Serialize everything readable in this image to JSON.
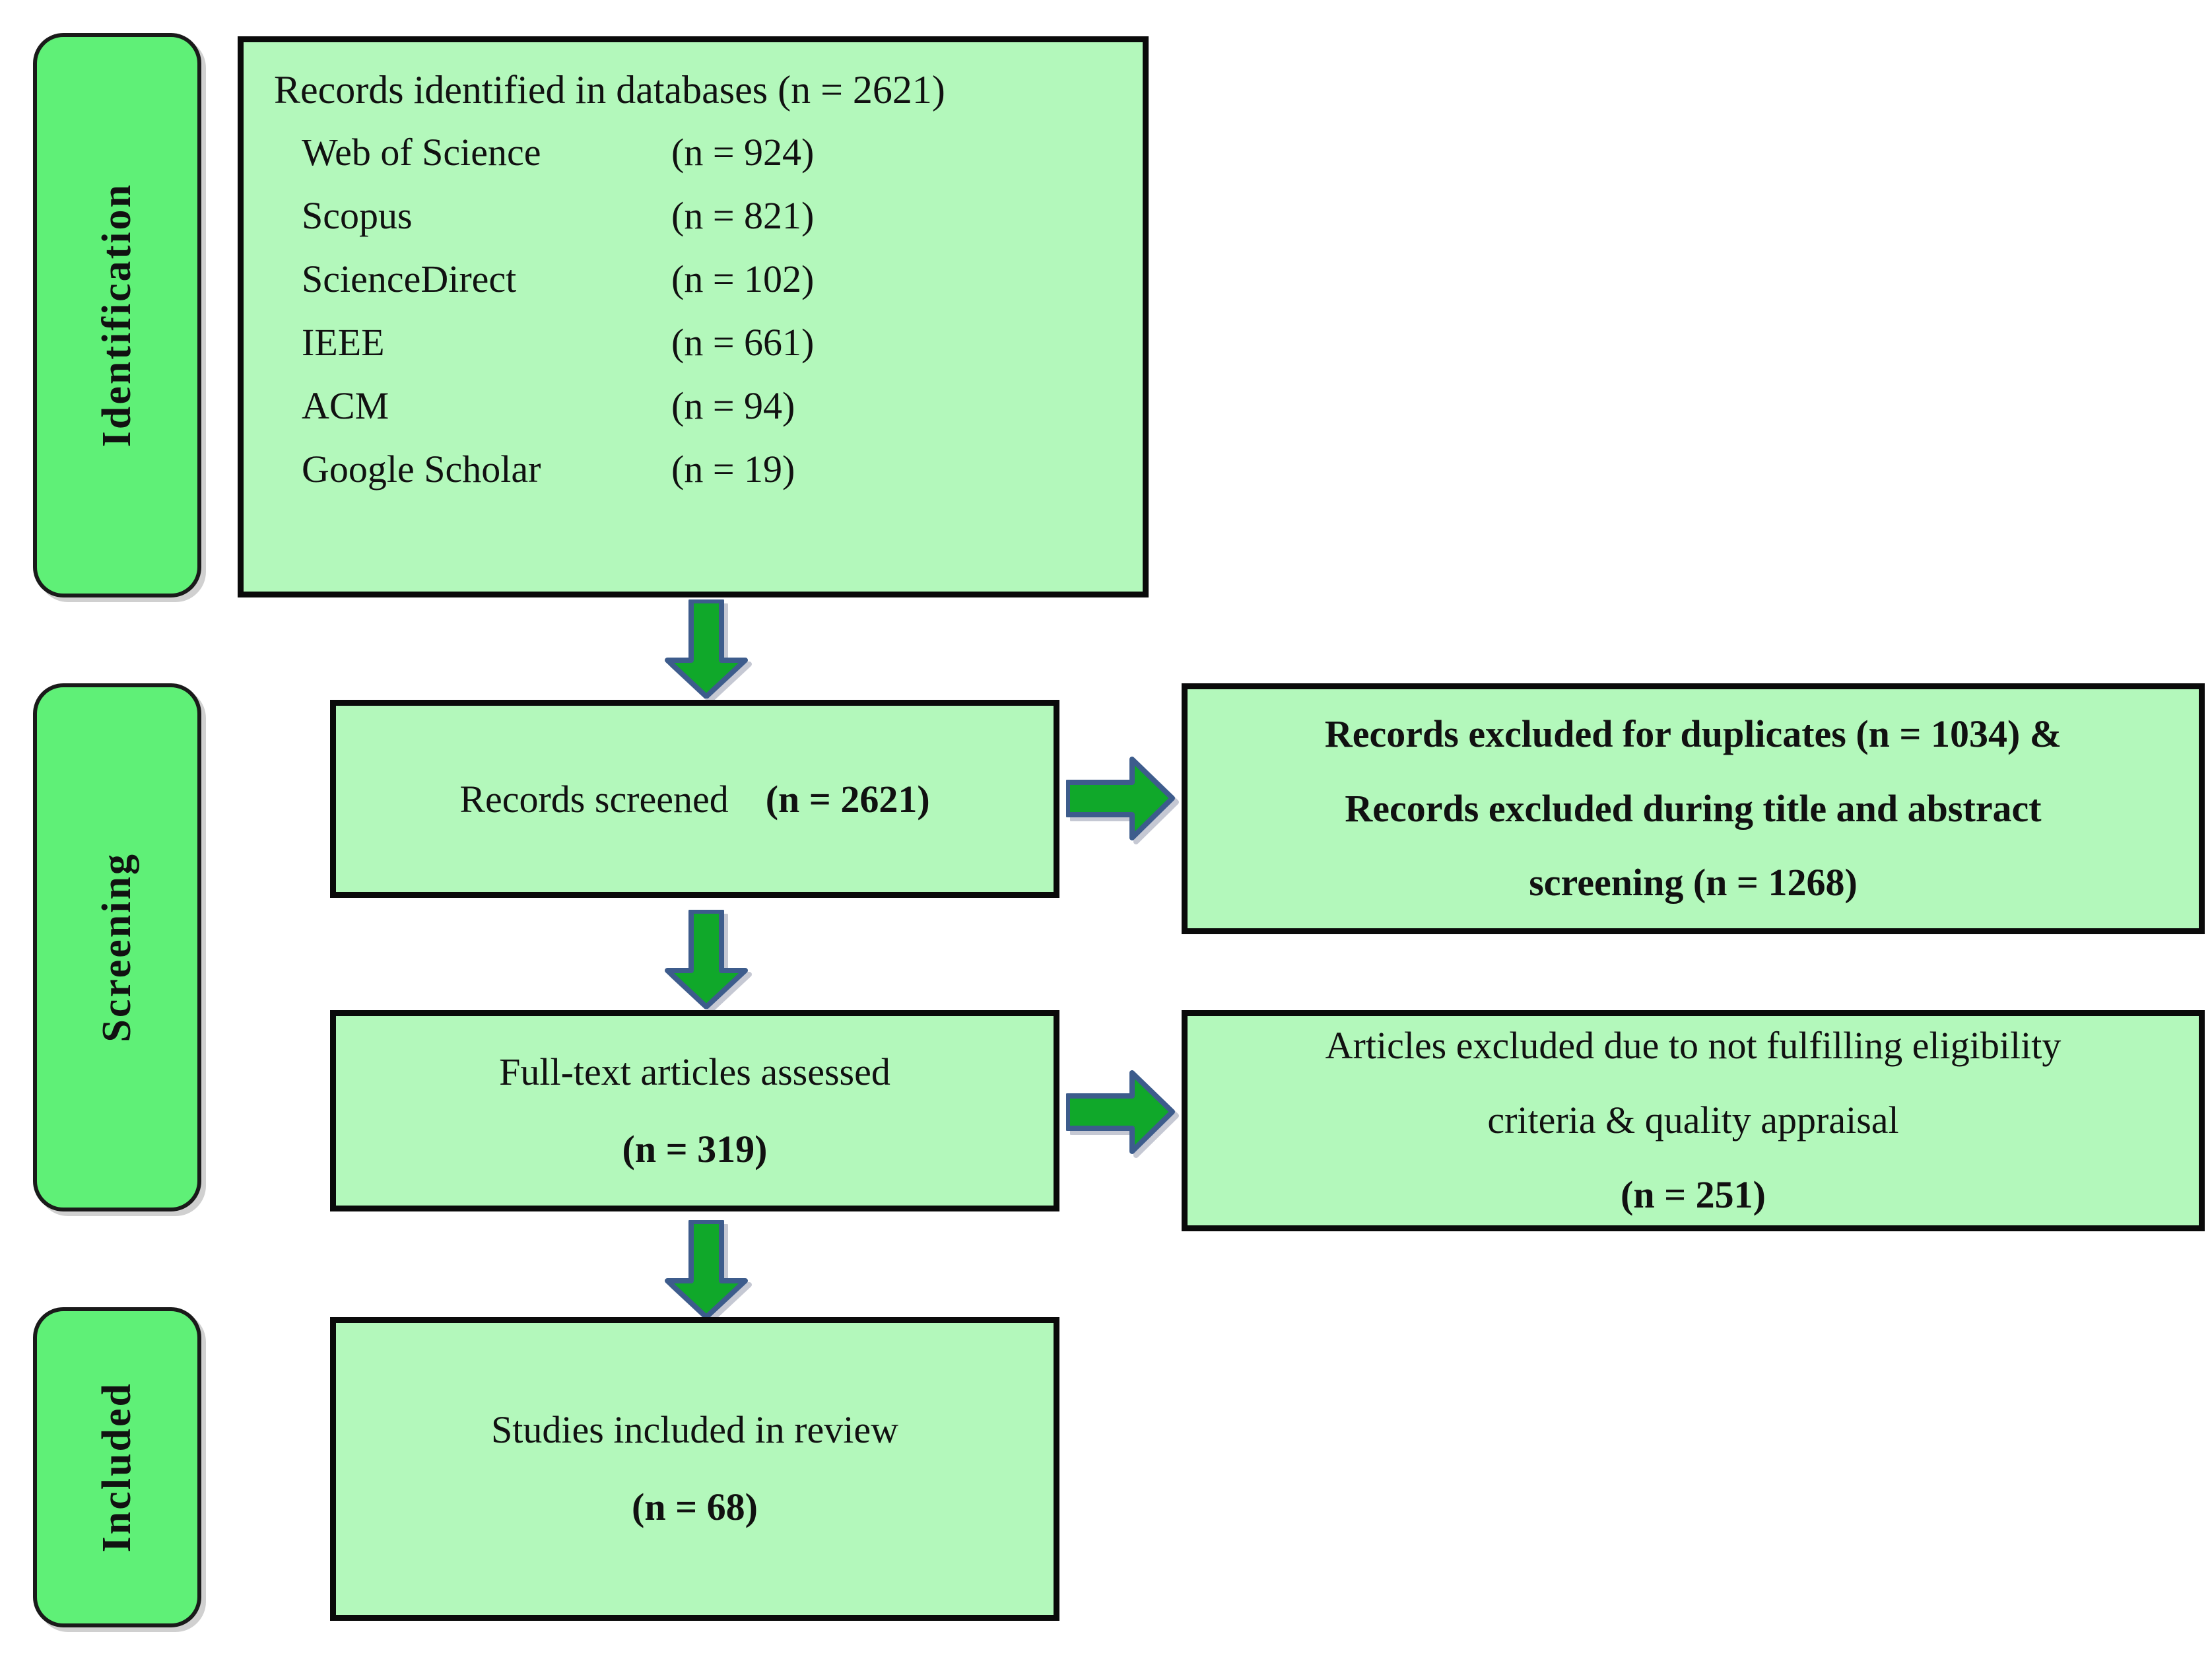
{
  "diagram": {
    "type": "prisma-flow-diagram",
    "colors": {
      "stage_bar_fill": "#5FF077",
      "box_fill": "#B3F8BB",
      "box_border": "#0A0A0A",
      "arrow_fill": "#10A82A",
      "arrow_outline": "#3D5C8C",
      "text": "#111111"
    }
  },
  "stages": {
    "identification": {
      "label": "Identification"
    },
    "screening": {
      "label": "Screening"
    },
    "included": {
      "label": "Included"
    }
  },
  "identification_box": {
    "headline": "Records identified in databases (n = 2621)",
    "databases": [
      {
        "name": "Web of Science",
        "count": "(n = 924)"
      },
      {
        "name": "Scopus",
        "count": "(n = 821)"
      },
      {
        "name": "ScienceDirect",
        "count": "(n = 102)"
      },
      {
        "name": "IEEE",
        "count": "(n = 661)"
      },
      {
        "name": "ACM",
        "count": "(n = 94)"
      },
      {
        "name": "Google Scholar",
        "count": "(n = 19)"
      }
    ]
  },
  "screened_box": {
    "label": "Records screened",
    "count": "(n = 2621)"
  },
  "excluded_box_1": {
    "line1": "Records excluded for duplicates (n = 1034)   &",
    "line2": "Records excluded during title and abstract",
    "line3": "screening (n = 1268)"
  },
  "fulltext_box": {
    "line1": "Full-text articles assessed",
    "line2": "(n = 319)"
  },
  "excluded_box_2": {
    "line1": "Articles excluded due to not fulfilling eligibility",
    "line2": "criteria & quality appraisal",
    "line3": "(n = 251)"
  },
  "included_box": {
    "line1": "Studies included in review",
    "line2": "(n = 68)"
  },
  "arrows": {
    "down_1": "arrow-down-icon",
    "down_2": "arrow-down-icon",
    "down_3": "arrow-down-icon",
    "right_1": "arrow-right-icon",
    "right_2": "arrow-right-icon"
  },
  "chart_data": {
    "type": "table",
    "title": "PRISMA study selection flow",
    "stages": [
      "Identification",
      "Screening",
      "Included"
    ],
    "nodes": [
      {
        "id": "identified",
        "stage": "Identification",
        "label": "Records identified in databases",
        "n": 2621
      },
      {
        "id": "wos",
        "stage": "Identification",
        "label": "Web of Science",
        "n": 924
      },
      {
        "id": "scopus",
        "stage": "Identification",
        "label": "Scopus",
        "n": 821
      },
      {
        "id": "sciencedirect",
        "stage": "Identification",
        "label": "ScienceDirect",
        "n": 102
      },
      {
        "id": "ieee",
        "stage": "Identification",
        "label": "IEEE",
        "n": 661
      },
      {
        "id": "acm",
        "stage": "Identification",
        "label": "ACM",
        "n": 94
      },
      {
        "id": "gscholar",
        "stage": "Identification",
        "label": "Google Scholar",
        "n": 19
      },
      {
        "id": "screened",
        "stage": "Screening",
        "label": "Records screened",
        "n": 2621
      },
      {
        "id": "excl_dupes",
        "stage": "Screening",
        "label": "Records excluded for duplicates",
        "n": 1034
      },
      {
        "id": "excl_title",
        "stage": "Screening",
        "label": "Records excluded during title and abstract screening",
        "n": 1268
      },
      {
        "id": "fulltext",
        "stage": "Screening",
        "label": "Full-text articles assessed",
        "n": 319
      },
      {
        "id": "excl_elig",
        "stage": "Screening",
        "label": "Articles excluded due to not fulfilling eligibility criteria & quality appraisal",
        "n": 251
      },
      {
        "id": "included",
        "stage": "Included",
        "label": "Studies included in review",
        "n": 68
      }
    ],
    "edges": [
      {
        "from": "identified",
        "to": "screened",
        "direction": "down"
      },
      {
        "from": "screened",
        "to": "excl_dupes",
        "direction": "right"
      },
      {
        "from": "screened",
        "to": "fulltext",
        "direction": "down"
      },
      {
        "from": "fulltext",
        "to": "excl_elig",
        "direction": "right"
      },
      {
        "from": "fulltext",
        "to": "included",
        "direction": "down"
      }
    ]
  }
}
